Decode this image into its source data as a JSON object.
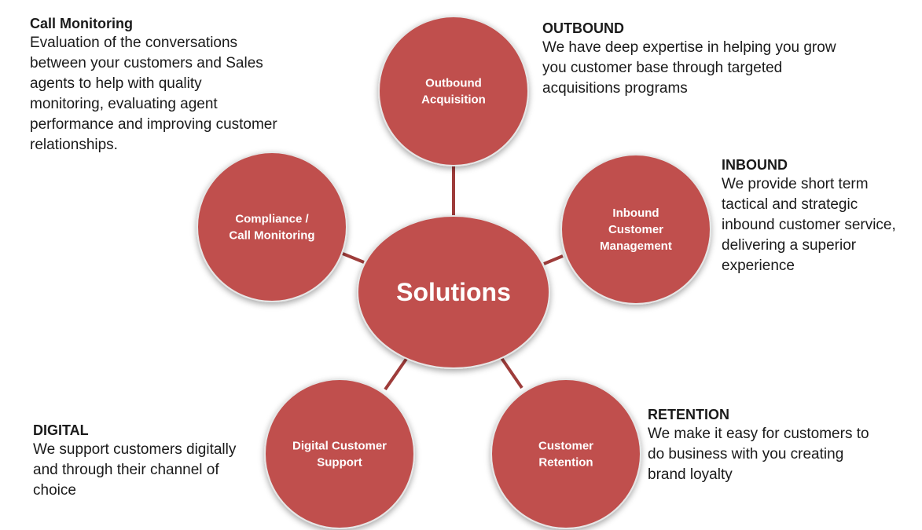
{
  "colors": {
    "node_fill": "#c0504d",
    "node_stroke": "#e6e6e6",
    "connector": "#9e3c3a",
    "node_text": "#ffffff"
  },
  "hub": {
    "label": "Solutions"
  },
  "nodes": {
    "outbound": {
      "lines": [
        "Outbound",
        "Acquisition"
      ]
    },
    "inbound": {
      "lines": [
        "Inbound",
        "Customer",
        "Management"
      ]
    },
    "retention": {
      "lines": [
        "Customer",
        "Retention"
      ]
    },
    "digital": {
      "lines": [
        "Digital Customer",
        "Support"
      ]
    },
    "compliance": {
      "lines": [
        "Compliance /",
        "Call Monitoring"
      ]
    }
  },
  "descriptions": {
    "compliance": {
      "heading": "Call Monitoring",
      "lines": [
        "Evaluation of the conversations",
        "between your customers and Sales",
        "agents to help with quality",
        "monitoring, evaluating agent",
        "performance and improving customer",
        "relationships."
      ]
    },
    "outbound": {
      "heading": "OUTBOUND",
      "lines": [
        "We have deep expertise in helping you grow",
        "you customer base through targeted",
        "acquisitions programs"
      ]
    },
    "inbound": {
      "heading": "INBOUND",
      "lines": [
        "We provide short term",
        "tactical and strategic",
        "inbound customer service,",
        "delivering a superior",
        "experience"
      ]
    },
    "digital": {
      "heading": "DIGITAL",
      "lines": [
        "We support customers digitally",
        "and through their channel of",
        "choice"
      ]
    },
    "retention": {
      "heading": "RETENTION",
      "lines": [
        "We make it easy for customers to",
        "do business with you creating",
        "brand loyalty"
      ]
    }
  }
}
